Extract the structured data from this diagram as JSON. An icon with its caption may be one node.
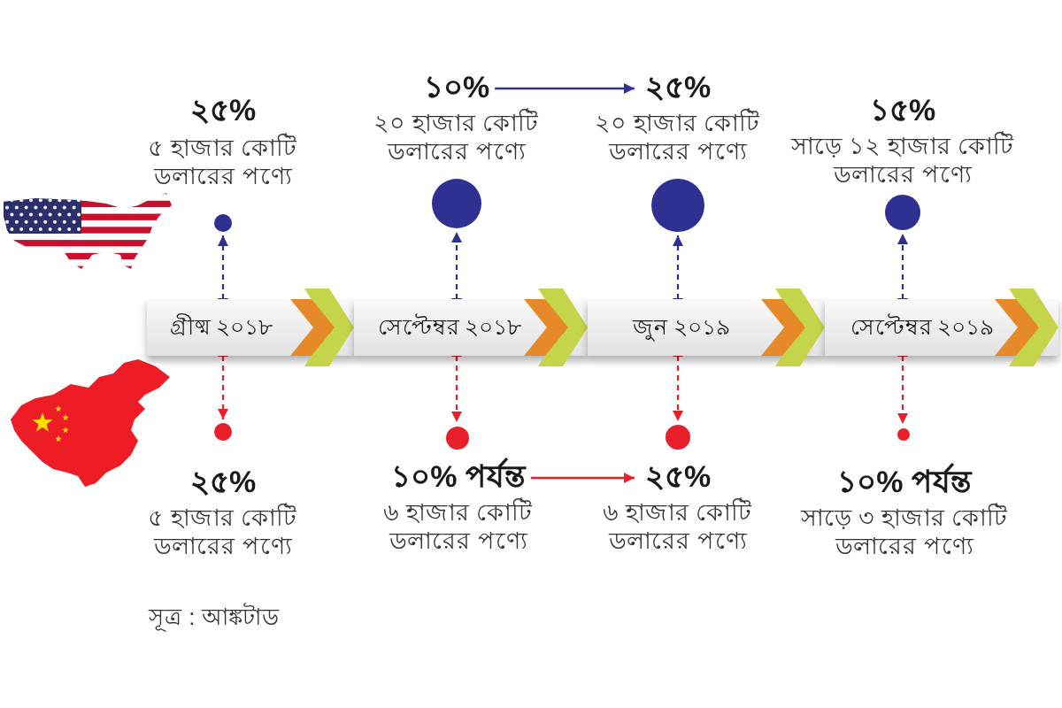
{
  "diagram": {
    "nodes": [
      {
        "text": [
          "২৫%"
        ],
        "beside": [
          "৫ হাজার কোটি ডলারের পণ্যে"
        ]
      },
      {
        "text": [
          "১০%"
        ],
        "beside": [
          "২০ হাজার কোটি ডলারের পণ্যে"
        ]
      },
      {
        "text": [
          "২৫%"
        ],
        "beside": [
          "২০ হাজার কোটি ডলারের পণ্যে"
        ]
      },
      {
        "text": [
          "১৫%"
        ],
        "beside": [
          "সাড়ে ১২ হাজার কোটি ডলারের পণ্যে"
        ]
      },
      {
        "text": [],
        "shape": "circle"
      },
      {
        "text": [],
        "shape": "circle"
      },
      {
        "text": [],
        "shape": "circle"
      },
      {
        "text": [],
        "shape": "circle"
      },
      {
        "text": [
          "গ্রীষ্ম ২০১৮"
        ]
      },
      {
        "text": [
          "সেপ্টেম্বর ২০১৮"
        ]
      },
      {
        "text": [
          "জুন ২০১৯"
        ]
      },
      {
        "text": [
          "সেপ্টেম্বর ২০১৯"
        ]
      },
      {
        "text": [],
        "shape": "circle"
      },
      {
        "text": [],
        "shape": "circle"
      },
      {
        "text": [],
        "shape": "circle"
      },
      {
        "text": [],
        "shape": "circle"
      },
      {
        "text": [
          "২৫%"
        ],
        "beside": [
          "৫ হাজার কোটি ডলারের পণ্যে"
        ]
      },
      {
        "text": [
          "১০% পর্যন্ত"
        ],
        "beside": [
          "৬ হাজার কোটি ডলারের পণ্যে"
        ]
      },
      {
        "text": [
          "২৫%"
        ],
        "beside": [
          "৬ হাজার কোটি ডলারের পণ্যে"
        ]
      },
      {
        "text": [
          "১০% পর্যন্ত"
        ],
        "beside": [
          "সাড়ে ৩ হাজার কোটি ডলারের পণ্যে"
        ]
      }
    ],
    "edges": [
      {
        "from": 8,
        "to": 4,
        "arrow": "to",
        "style": "dashed",
        "color": "#2e3192"
      },
      {
        "from": 9,
        "to": 5,
        "arrow": "to",
        "style": "dashed",
        "color": "#2e3192"
      },
      {
        "from": 10,
        "to": 6,
        "arrow": "to",
        "style": "dashed",
        "color": "#2e3192"
      },
      {
        "from": 11,
        "to": 7,
        "arrow": "to",
        "style": "dashed",
        "color": "#2e3192"
      },
      {
        "from": 8,
        "to": 12,
        "arrow": "to",
        "style": "dashed",
        "color": "#e8202a"
      },
      {
        "from": 9,
        "to": 13,
        "arrow": "to",
        "style": "dashed",
        "color": "#e8202a"
      },
      {
        "from": 10,
        "to": 14,
        "arrow": "to",
        "style": "dashed",
        "color": "#e8202a"
      },
      {
        "from": 11,
        "to": 15,
        "arrow": "to",
        "style": "dashed",
        "color": "#e8202a"
      },
      {
        "from": 1,
        "to": 2,
        "arrow": "to",
        "color": "#2e3192"
      },
      {
        "from": 17,
        "to": 18,
        "arrow": "to",
        "color": "#e8202a"
      }
    ],
    "labels": [
      "সূত্র : আঙ্কটাড"
    ]
  }
}
